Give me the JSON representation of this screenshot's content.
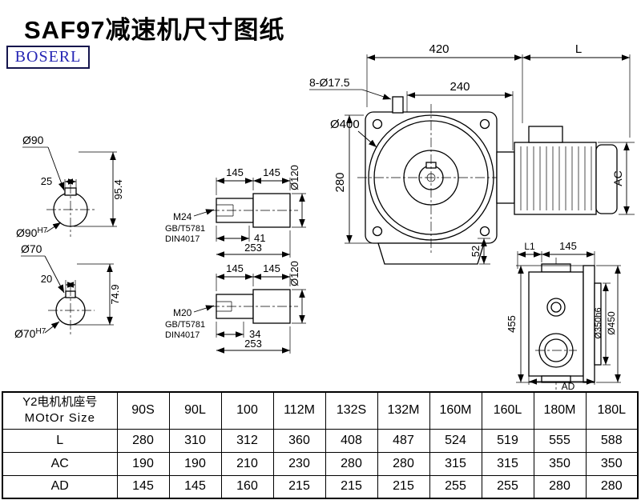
{
  "page": {
    "title": "SAF97减速机尺寸图纸",
    "logo": "BOSERL"
  },
  "front_view": {
    "dim_width": "420",
    "dim_motor_length": "L",
    "bolt_holes": "8-Ø17.5",
    "dim_240": "240",
    "flange_dia": "Ø400",
    "dim_height": "280",
    "dim_52": "52",
    "dim_ac": "AC"
  },
  "shaft_hollow_90": {
    "dia": "Ø90",
    "key_width": "25",
    "key_height": "95.4",
    "bore": "Ø90",
    "bore_tol": "H7"
  },
  "shaft_hollow_70": {
    "dia": "Ø70",
    "key_width": "20",
    "key_height": "74.9",
    "bore": "Ø70",
    "bore_tol": "H7"
  },
  "shaft_view_top": {
    "dim_145a": "145",
    "dim_145b": "145",
    "dia": "Ø120",
    "thread": "M24",
    "std1": "GB/T5781",
    "std2": "DIN4017",
    "dim_41": "41",
    "dim_253": "253"
  },
  "shaft_view_bottom": {
    "dim_145a": "145",
    "dim_145b": "145",
    "dia": "Ø120",
    "thread": "M20",
    "std1": "GB/T5781",
    "std2": "DIN4017",
    "dim_34": "34",
    "dim_253": "253"
  },
  "side_view": {
    "dim_l1": "L1",
    "dim_145": "145",
    "dim_455": "455",
    "dia_350": "Ø350h6",
    "dia_450": "Ø450",
    "dim_ad": "AD"
  },
  "table": {
    "header_cn": "Y2电机机座号",
    "header_en": "MOtOr Size",
    "columns": [
      "90S",
      "90L",
      "100",
      "112M",
      "132S",
      "132M",
      "160M",
      "160L",
      "180M",
      "180L"
    ],
    "rows": [
      {
        "label": "L",
        "values": [
          "280",
          "310",
          "312",
          "360",
          "408",
          "487",
          "524",
          "519",
          "555",
          "588"
        ]
      },
      {
        "label": "AC",
        "values": [
          "190",
          "190",
          "210",
          "230",
          "280",
          "280",
          "315",
          "315",
          "350",
          "350"
        ]
      },
      {
        "label": "AD",
        "values": [
          "145",
          "145",
          "160",
          "215",
          "215",
          "215",
          "255",
          "255",
          "280",
          "280"
        ]
      }
    ]
  },
  "colors": {
    "line": "#000000",
    "logo_text": "#2525b4",
    "background": "#ffffff"
  }
}
